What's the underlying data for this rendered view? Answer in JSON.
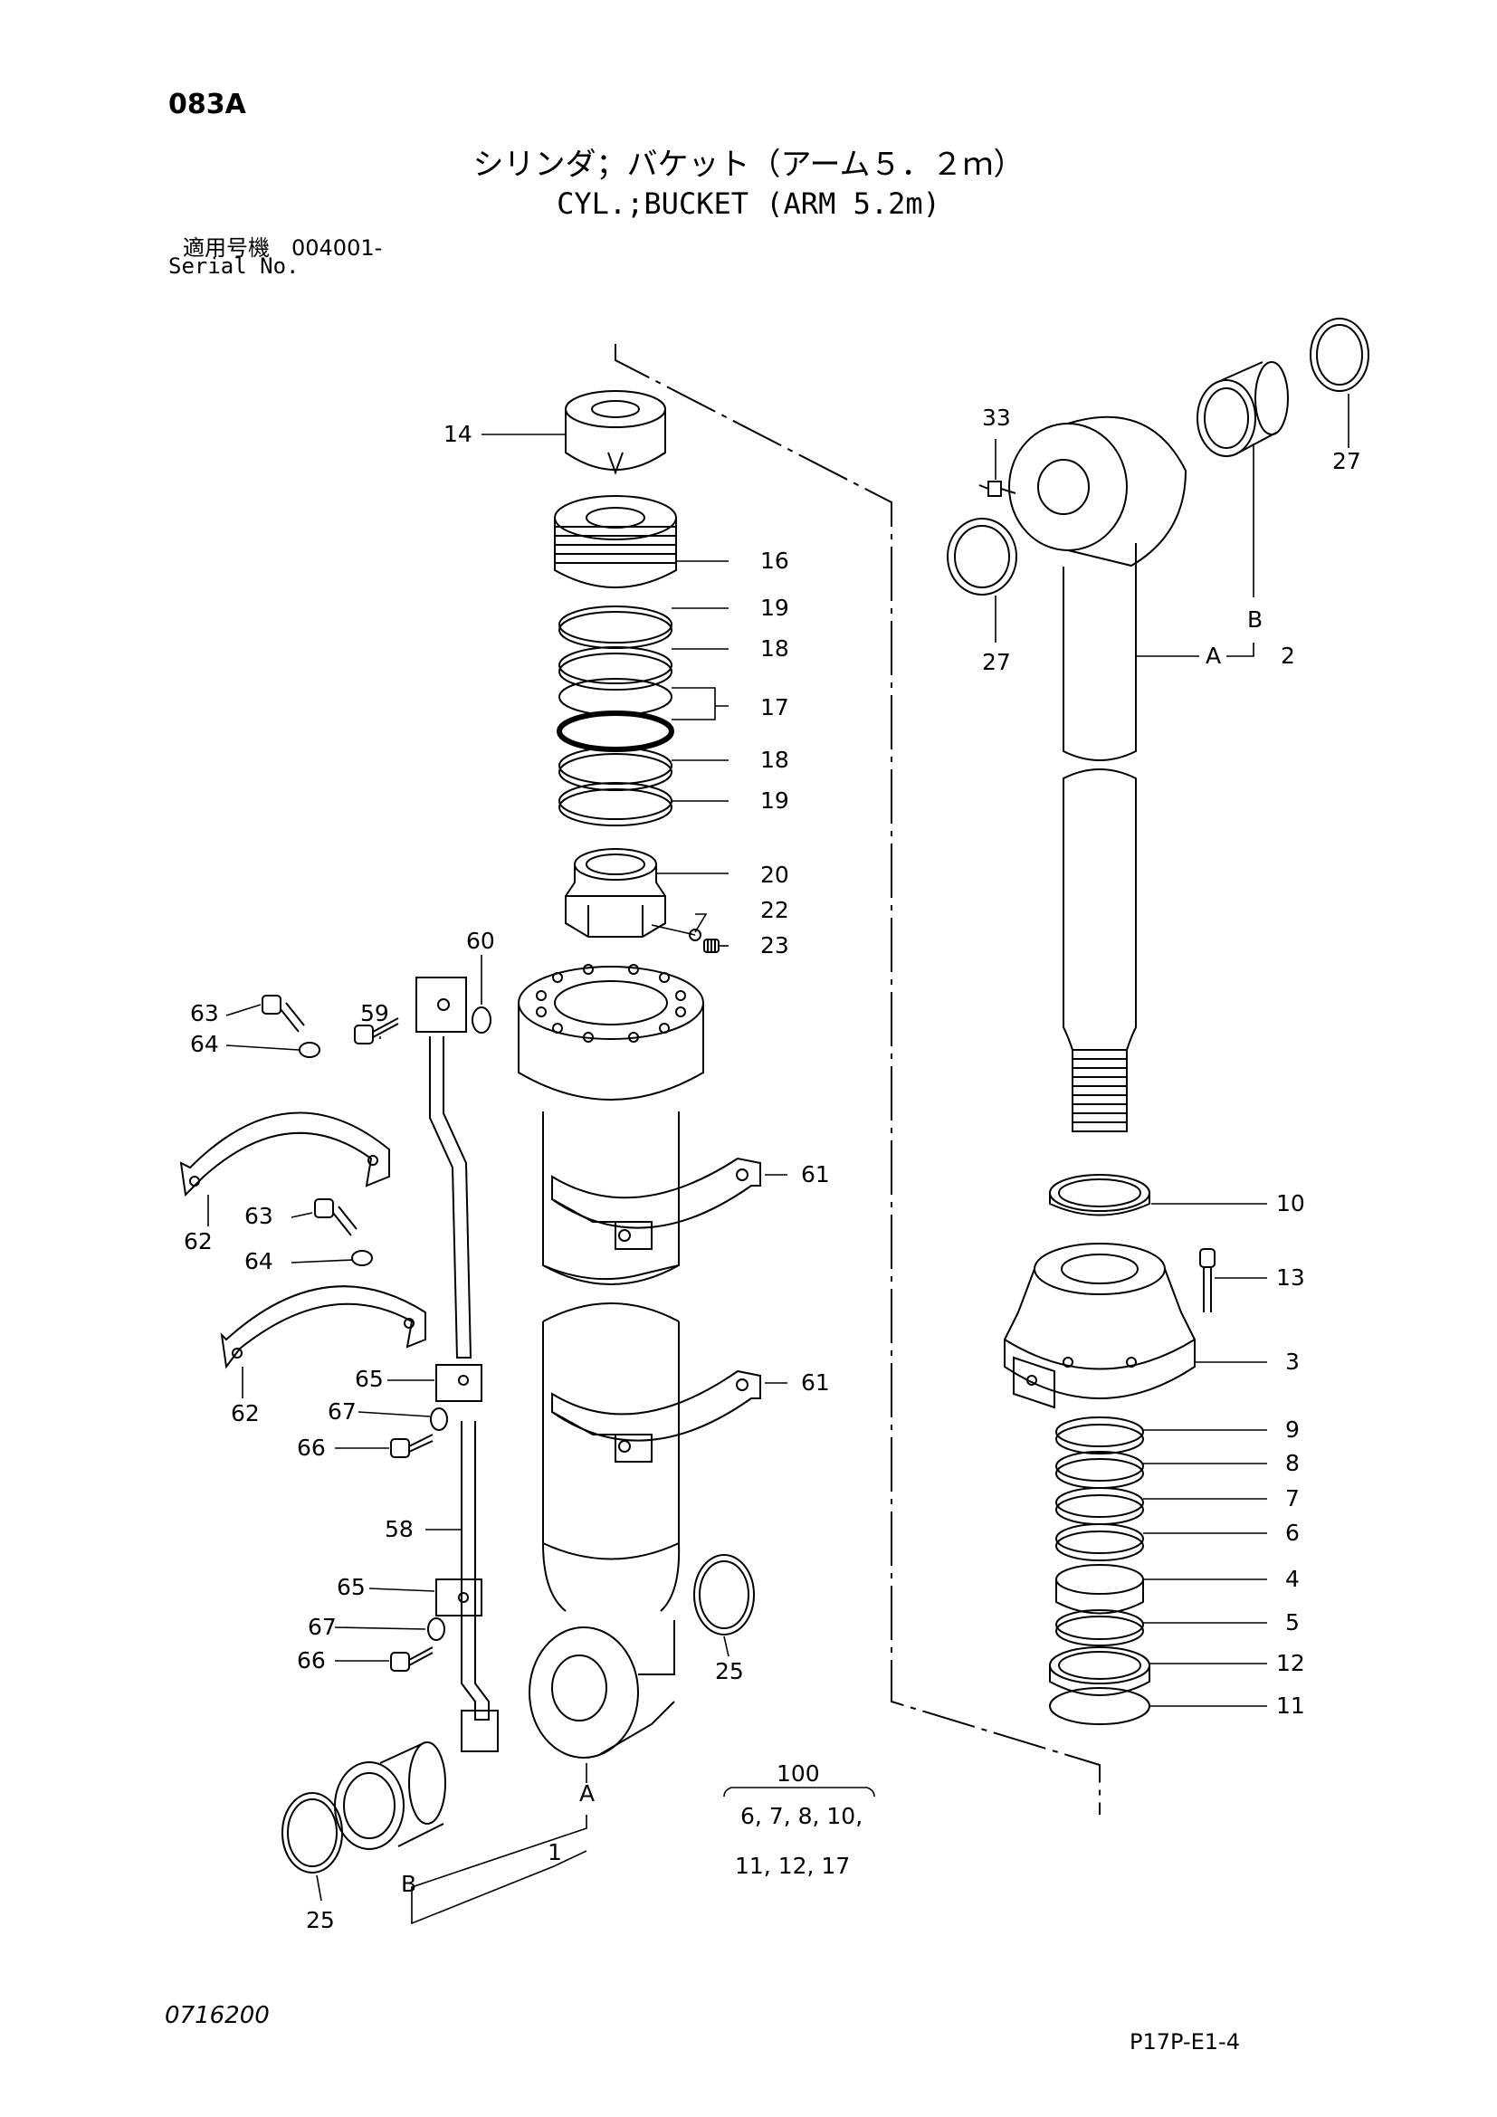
{
  "header": {
    "page_code": "083A",
    "title_jp": "シリンダ；バケット（アーム５．２ｍ）",
    "title_en": "CYL.;BUCKET (ARM 5.2m)",
    "serial_label_jp": "適用号機　004001-",
    "serial_label_en": "Serial No."
  },
  "footer": {
    "drawing_number": "0716200",
    "sheet_number": "P17P-E1-4"
  },
  "callouts": {
    "c14": "14",
    "c16": "16",
    "c19a": "19",
    "c18a": "18",
    "c17": "17",
    "c18b": "18",
    "c19b": "19",
    "c20": "20",
    "c22": "22",
    "c23": "23",
    "c60": "60",
    "c59": "59",
    "c63a": "63",
    "c64a": "64",
    "c61a": "61",
    "c62a": "62",
    "c63b": "63",
    "c64b": "64",
    "c62b": "62",
    "c65a": "65",
    "c67a": "67",
    "c66a": "66",
    "c61b": "61",
    "c58": "58",
    "c65b": "65",
    "c67b": "67",
    "c66b": "66",
    "c25a": "25",
    "c25b": "25",
    "cA1": "A",
    "cB1": "B",
    "c1": "1",
    "c33": "33",
    "c27a": "27",
    "c27b": "27",
    "cB2": "B",
    "cA2": "A",
    "c2": "2",
    "c10": "10",
    "c13": "13",
    "c3": "3",
    "c9": "9",
    "c8": "8",
    "c7": "7",
    "c6": "6",
    "c4": "4",
    "c5": "5",
    "c12": "12",
    "c11": "11"
  },
  "kit": {
    "number": "100",
    "contents_line1": "6, 7, 8, 10,",
    "contents_line2": "11, 12, 17"
  }
}
